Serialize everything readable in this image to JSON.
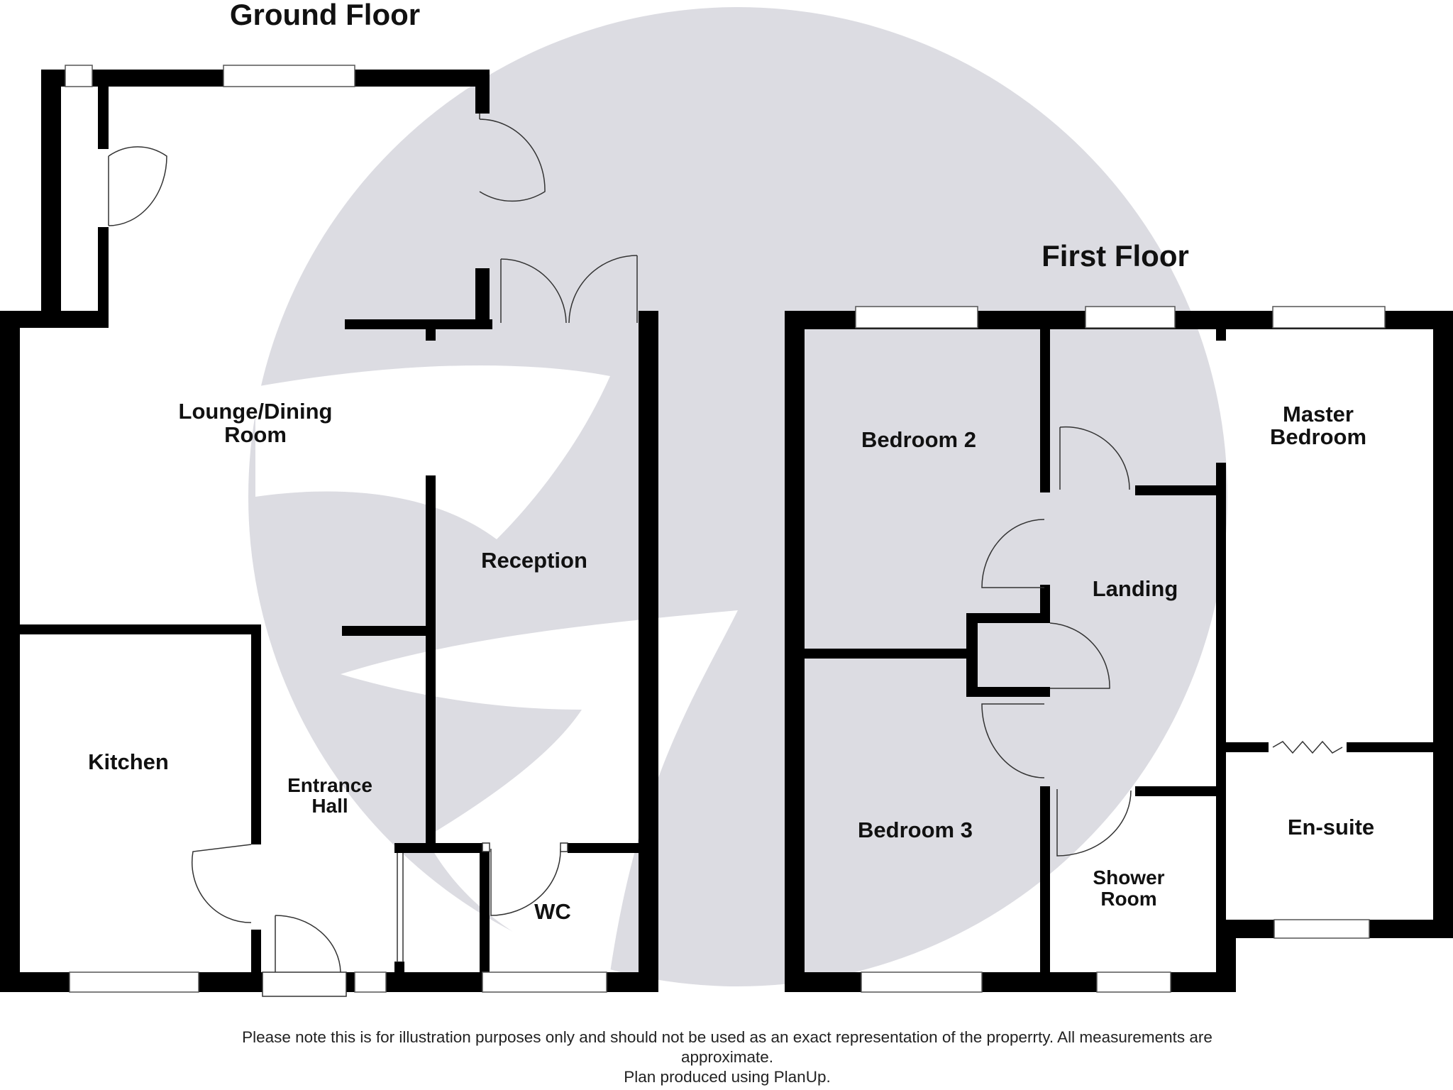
{
  "ground_floor": {
    "title": "Ground Floor",
    "rooms": {
      "lounge_dining": [
        "Lounge/Dining",
        "Room"
      ],
      "reception": "Reception",
      "kitchen": "Kitchen",
      "entrance_hall": [
        "Entrance",
        "Hall"
      ],
      "wc": "WC"
    }
  },
  "first_floor": {
    "title": "First Floor",
    "rooms": {
      "bedroom_2": "Bedroom 2",
      "master_bedroom": [
        "Master",
        "Bedroom"
      ],
      "landing": "Landing",
      "bedroom_3": "Bedroom 3",
      "shower_room": [
        "Shower",
        "Room"
      ],
      "en_suite": "En-suite"
    }
  },
  "disclaimer": {
    "line1": "Please note this is for illustration purposes only and should not be used as an exact representation of the properrty. All measurements are",
    "line2": "approximate.",
    "line3": "Plan produced using PlanUp."
  },
  "colors": {
    "walls": "#000000",
    "watermark": "#dcdce2",
    "background": "#ffffff"
  }
}
